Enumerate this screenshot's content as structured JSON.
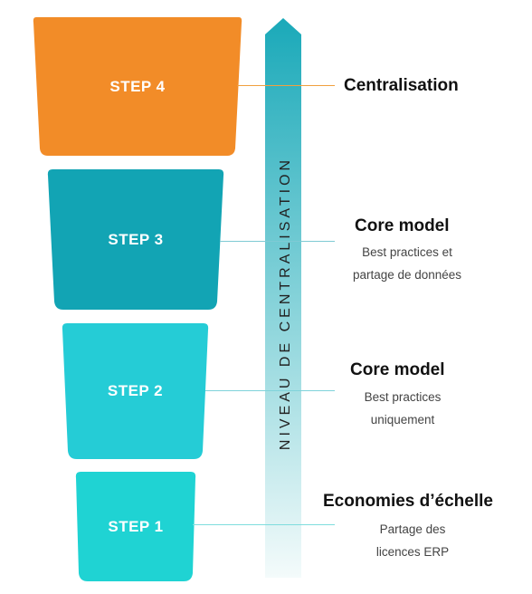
{
  "axis": {
    "label": "NIVEAU DE CENTRALISATION"
  },
  "colors": {
    "step4": "#F28C28",
    "step3": "#12A4B4",
    "step2": "#25CCD6",
    "step1": "#1FD3D3",
    "axis_top": "#1AA9B9",
    "axis_bottom": "#F4FBFB"
  },
  "steps": [
    {
      "label": "STEP 4",
      "title": "Centralisation",
      "desc": []
    },
    {
      "label": "STEP 3",
      "title": "Core model",
      "desc": [
        "Best practices et",
        "partage de données"
      ]
    },
    {
      "label": "STEP 2",
      "title": "Core model",
      "desc": [
        "Best practices",
        "uniquement"
      ]
    },
    {
      "label": "STEP 1",
      "title": "Economies d’échelle",
      "desc": [
        "Partage des",
        "licences ERP"
      ]
    }
  ]
}
